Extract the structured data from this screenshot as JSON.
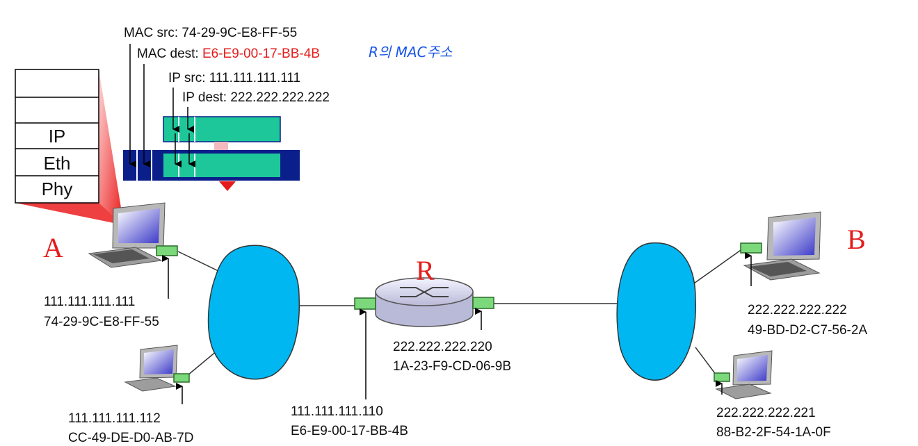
{
  "nodes": {
    "host_a": {
      "name": "A",
      "ip": "111.111.111.111",
      "mac": "74-29-9C-E8-FF-55"
    },
    "host_a2": {
      "ip": "111.111.111.112",
      "mac": "CC-49-DE-D0-AB-7D"
    },
    "router": {
      "name": "R",
      "left_if": {
        "ip": "111.111.111.110",
        "mac": "E6-E9-00-17-BB-4B"
      },
      "right_if": {
        "ip": "222.222.222.220",
        "mac": "1A-23-F9-CD-06-9B"
      }
    },
    "host_b": {
      "name": "B",
      "ip": "222.222.222.222",
      "mac": "49-BD-D2-C7-56-2A"
    },
    "host_b2": {
      "ip": "222.222.222.221",
      "mac": "88-B2-2F-54-1A-0F"
    }
  },
  "frame": {
    "mac_src_label": "MAC src: 74-29-9C-E8-FF-55",
    "mac_dest_prefix": "MAC dest: ",
    "mac_dest_value": "E6-E9-00-17-BB-4B",
    "ip_src_label": "IP src: 111.111.111.111",
    "ip_dest_label": "IP dest: 222.222.222.222",
    "annotation": "R의 MAC주소"
  },
  "protocol_stack": [
    "",
    "",
    "IP",
    "Eth",
    "Phy"
  ],
  "colors": {
    "highlight": "#e41c1c",
    "cloud": "#00b7f1",
    "frame_blue": "#0b1f8a",
    "packet_green": "#1dc79a",
    "nic_green": "#7bd97b"
  }
}
